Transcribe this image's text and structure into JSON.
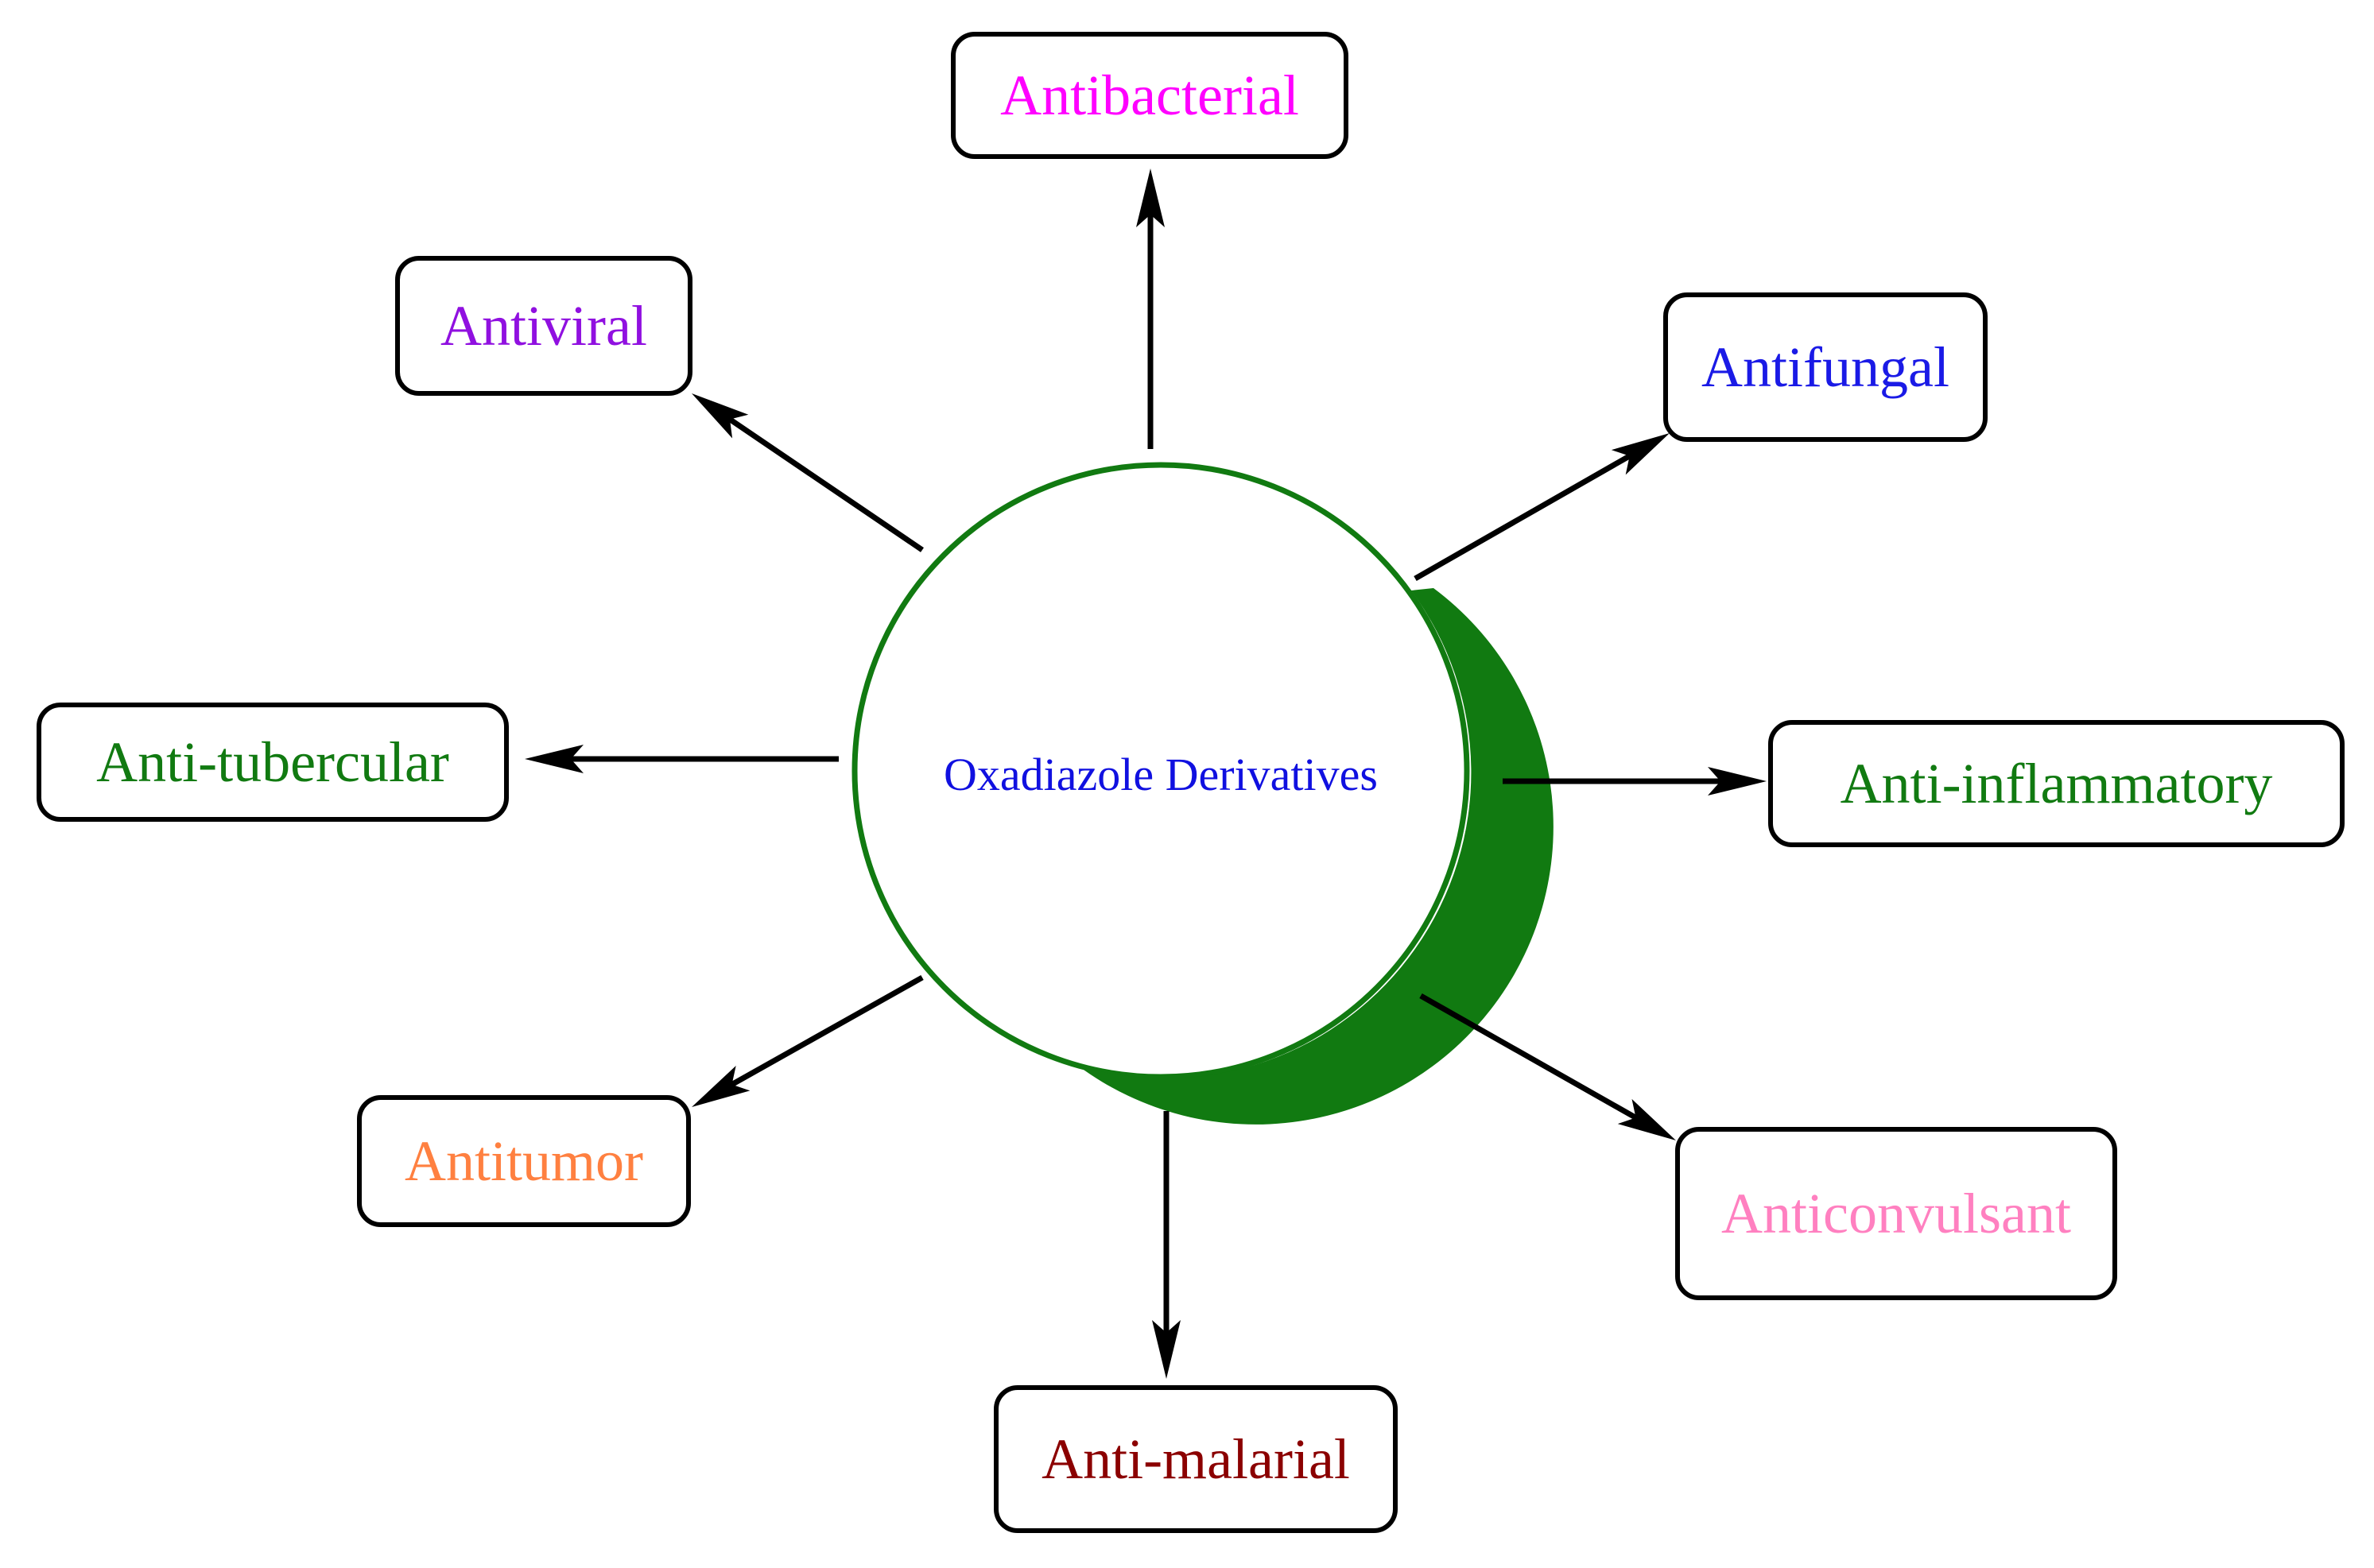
{
  "center": {
    "label": "Oxadiazole Derivatives",
    "text_color": "#1010e0",
    "ring_color": "#117a11"
  },
  "activities": [
    {
      "id": "antibacterial",
      "label": "Antibacterial",
      "color": "#ff00ff"
    },
    {
      "id": "antifungal",
      "label": "Antifungal",
      "color": "#1a1ae6"
    },
    {
      "id": "anti-inflammatory",
      "label": "Anti-inflammatory",
      "color": "#117a11"
    },
    {
      "id": "anticonvulsant",
      "label": "Anticonvulsant",
      "color": "#ff80c0"
    },
    {
      "id": "anti-malarial",
      "label": "Anti-malarial",
      "color": "#8b0000"
    },
    {
      "id": "antitumor",
      "label": "Antitumor",
      "color": "#ff8040"
    },
    {
      "id": "anti-tubercular",
      "label": "Anti-tubercular",
      "color": "#117a11"
    },
    {
      "id": "antiviral",
      "label": "Antiviral",
      "color": "#9010e0"
    }
  ]
}
